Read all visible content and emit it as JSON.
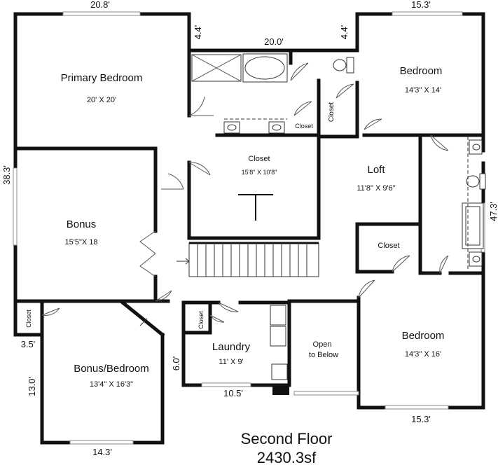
{
  "rooms": {
    "primary_bedroom": {
      "name": "Primary Bedroom",
      "size": "20' X 20'"
    },
    "bedroom_ne": {
      "name": "Bedroom",
      "size": "14'3\" X 14'"
    },
    "closet_center": {
      "name": "Closet",
      "size": "15'8\" X 10'8\""
    },
    "loft": {
      "name": "Loft",
      "size": "11'8\" X 9'6\""
    },
    "bonus": {
      "name": "Bonus",
      "size": "15'5\"X 18"
    },
    "closet_loft": {
      "name": "Closet"
    },
    "closet_bath": {
      "name": "Closet"
    },
    "closet_hall": {
      "name": "Closet"
    },
    "closet_bonus": {
      "name": "Closet"
    },
    "closet_laundry": {
      "name": "Closet"
    },
    "bonus_bedroom": {
      "name": "Bonus/Bedroom",
      "size": "13'4\" X 16'3\""
    },
    "laundry": {
      "name": "Laundry",
      "size": "11' X 9'"
    },
    "open_below": {
      "line1": "Open",
      "line2": "to Below"
    },
    "bedroom_se": {
      "name": "Bedroom",
      "size": "14'3\" X 16'"
    }
  },
  "dimensions": {
    "top_left": "20.8'",
    "top_right": "15.3'",
    "mid_top": "20.0'",
    "left_step": "4.4'",
    "right_step": "4.4'",
    "left_side": "38.3'",
    "right_side": "47.3'",
    "bonus_step": "3.5'",
    "bonus_side": "13.0'",
    "bonus_bottom": "14.3'",
    "laundry_side": "6.0'",
    "laundry_bottom": "10.5'",
    "bottom_right": "15.3'"
  },
  "footer": {
    "title": "Second Floor",
    "area": "2430.3sf"
  }
}
